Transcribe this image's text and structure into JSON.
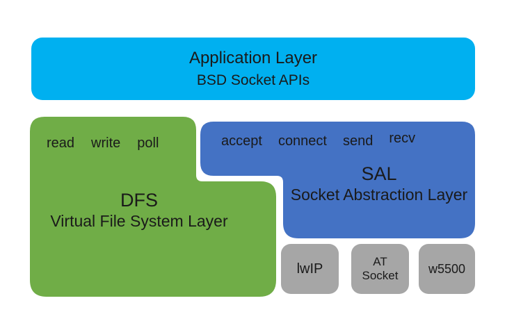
{
  "application_layer": {
    "title": "Application Layer",
    "subtitle": "BSD Socket APIs"
  },
  "dfs_layer": {
    "operations": [
      "read",
      "write",
      "poll"
    ],
    "acronym": "DFS",
    "name": "Virtual File System Layer"
  },
  "sal_layer": {
    "operations": [
      "accept",
      "connect",
      "send",
      "recv"
    ],
    "acronym": "SAL",
    "name": "Socket Abstraction Layer"
  },
  "protocol_stacks": [
    {
      "label": "lwIP"
    },
    {
      "label": "AT\nSocket"
    },
    {
      "label": "w5500"
    }
  ],
  "colors": {
    "application_layer": "#00b0f0",
    "dfs_layer": "#70ad47",
    "sal_layer": "#4472c4",
    "protocol_box": "#a6a6a6",
    "text": "#1a1a1a",
    "background": "#ffffff"
  }
}
